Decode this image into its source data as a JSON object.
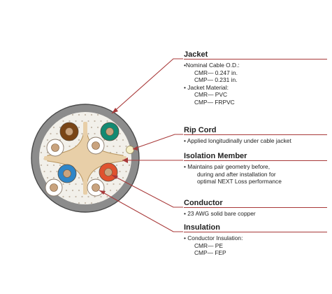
{
  "sections": [
    {
      "title": "Jacket",
      "lines": [
        {
          "text": "•Nominal Cable O.D.:",
          "level": 1
        },
        {
          "text": "CMR— 0.247 in.",
          "level": 2
        },
        {
          "text": "CMP— 0.231 in.",
          "level": 2
        },
        {
          "text": "• Jacket Material:",
          "level": 1
        },
        {
          "text": "CMR— PVC",
          "level": 2
        },
        {
          "text": "CMP— FRPVC",
          "level": 2
        }
      ]
    },
    {
      "title": "Rip Cord",
      "lines": [
        {
          "text": "• Applied longitudinally under cable jacket",
          "level": 1
        }
      ]
    },
    {
      "title": "Isolation Member",
      "lines": [
        {
          "text": "• Maintains pair geometry before,",
          "level": 1
        },
        {
          "text": "during and after installation for",
          "level": 3
        },
        {
          "text": "optimal NEXT Loss performance",
          "level": 3
        }
      ]
    },
    {
      "title": "Conductor",
      "lines": [
        {
          "text": "• 23 AWG solid bare copper",
          "level": 1
        }
      ]
    },
    {
      "title": "Insulation",
      "lines": [
        {
          "text": "• Conductor Insulation:",
          "level": 1
        },
        {
          "text": "CMR— PE",
          "level": 2
        },
        {
          "text": "CMP— FEP",
          "level": 2
        }
      ]
    }
  ],
  "colors": {
    "jacket": "#8c8c8c",
    "jacket_edge": "#4a4a4a",
    "core": "#f2f0ea",
    "filler_dots": "#c4b8a8",
    "isolation_member": "#e8cfa8",
    "isolation_edge": "#b8955e",
    "insulation": "#ffffff",
    "insulation_edge": "#8a7a6a",
    "copper": "#c9a37e",
    "rip_cord": "#f6f0c8",
    "leader": "#a83838",
    "pair_brown": "#7a4516",
    "pair_green": "#138a72",
    "pair_blue": "#2f86c8",
    "pair_orange": "#e0522e"
  }
}
